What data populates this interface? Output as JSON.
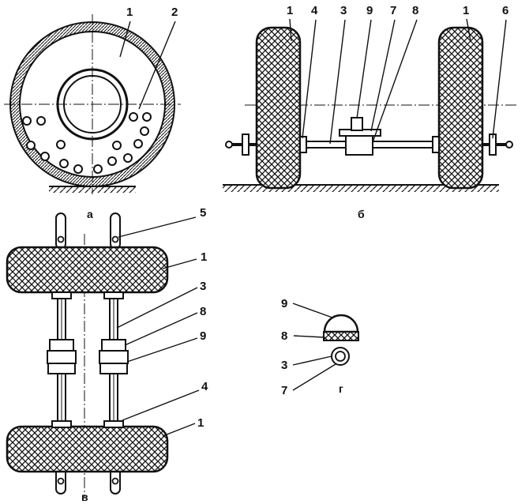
{
  "captions": {
    "a": "а",
    "b": "б",
    "v": "в",
    "g": "г"
  },
  "labels": {
    "view_a": [
      "1",
      "2"
    ],
    "view_b": [
      "1",
      "4",
      "3",
      "9",
      "7",
      "8",
      "1",
      "6"
    ],
    "view_v": [
      "5",
      "1",
      "3",
      "8",
      "9",
      "4",
      "1"
    ],
    "view_g": [
      "9",
      "8",
      "3",
      "7"
    ]
  }
}
